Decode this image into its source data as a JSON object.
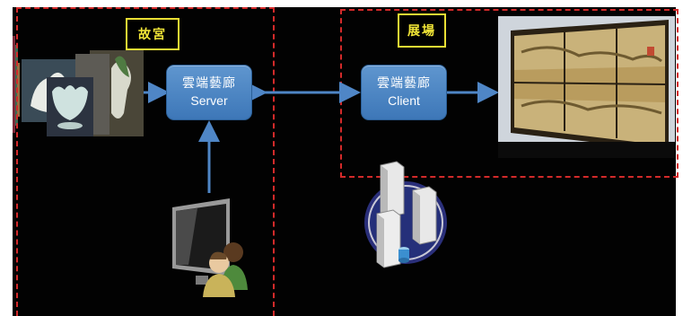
{
  "zones": {
    "palace": {
      "label": "故宮"
    },
    "venue": {
      "label": "展場"
    }
  },
  "nodes": {
    "server": {
      "title": "雲端藝廊",
      "subtitle": "Server"
    },
    "client": {
      "title": "雲端藝廊",
      "subtitle": "Client"
    }
  },
  "colors": {
    "zone_border": "#d32a2a",
    "label_border": "#e9df34",
    "label_text": "#f2e637",
    "node_fill": "#4a84c3",
    "arrow": "#4f86c6"
  },
  "icons": [
    "artifact-photo-icon",
    "video-wall-icon",
    "workstation-users-icon",
    "server-cluster-icon"
  ]
}
